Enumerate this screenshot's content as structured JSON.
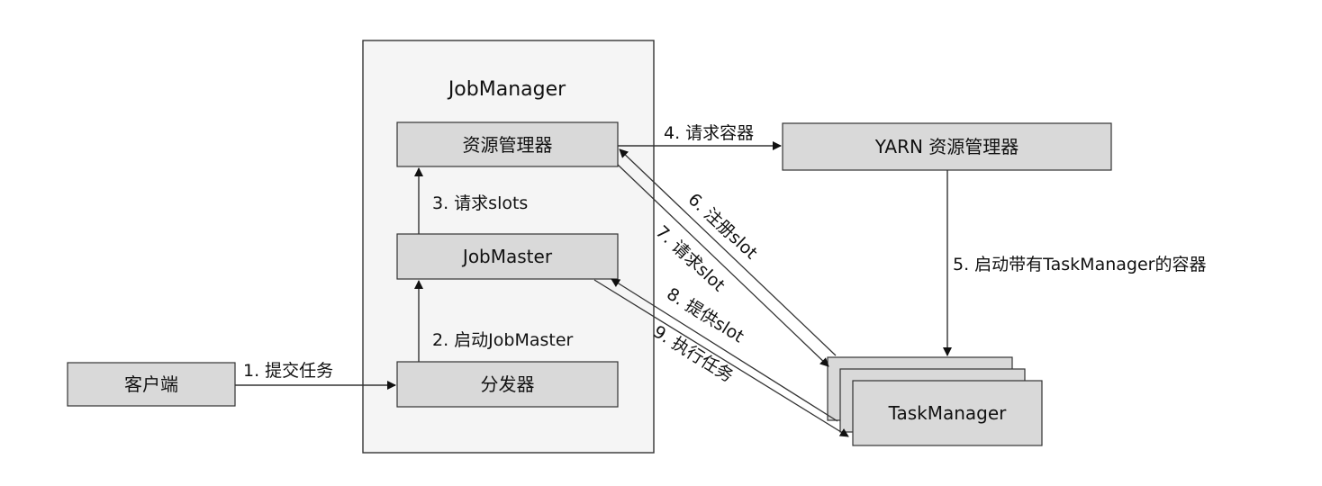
{
  "diagram": {
    "job_manager": {
      "title": "JobManager"
    },
    "nodes": {
      "resource_manager": "资源管理器",
      "job_master": "JobMaster",
      "dispatcher": "分发器",
      "client": "客户端",
      "yarn_resource_manager": "YARN 资源管理器",
      "task_manager": "TaskManager"
    },
    "edges": {
      "submit_job": "1. 提交任务",
      "start_jobmaster": "2. 启动JobMaster",
      "request_slots": "3. 请求slots",
      "request_container": "4. 请求容器",
      "start_container": "5. 启动带有TaskManager的容器",
      "register_slot": "6. 注册slot",
      "request_slot": "7. 请求slot",
      "offer_slot": "8. 提供slot",
      "execute_task": "9. 执行任务"
    }
  },
  "colors": {
    "outer_box_fill": "#f5f5f5",
    "node_fill": "#d9d9d9",
    "stroke": "#333333",
    "text": "#111111"
  }
}
